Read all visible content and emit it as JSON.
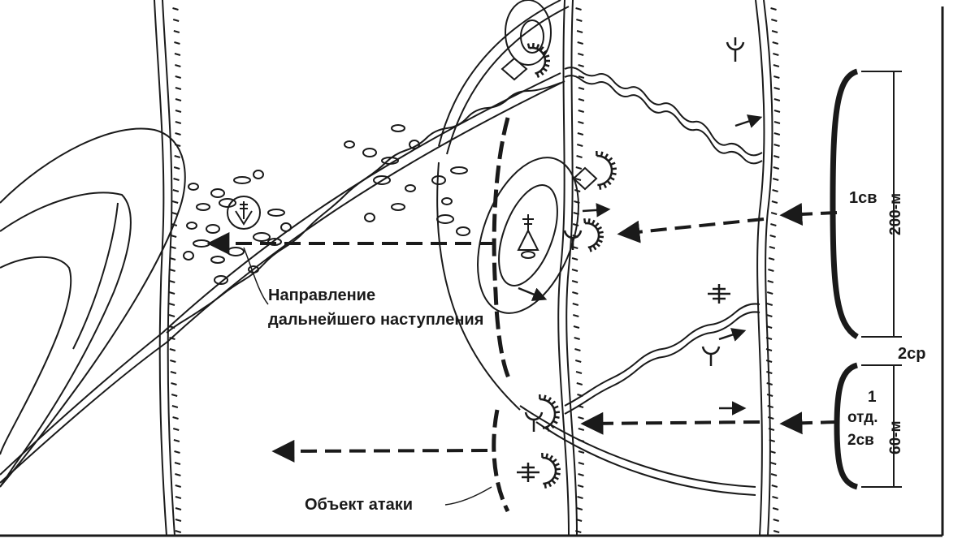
{
  "labels": {
    "direction_line1": "Направление",
    "direction_line2": "дальнейшего наступления",
    "attack_object": "Объект атаки",
    "unit_1sv": "1св",
    "unit_2sr": "2ср",
    "unit_otd_line1": "1",
    "unit_otd_line2": "отд.",
    "unit_otd_line3": "2св",
    "width_200": "200-м",
    "width_60": "60-м"
  },
  "colors": {
    "ink": "#1a1a1a",
    "paper": "#ffffff"
  },
  "icons": [
    "church-icon",
    "bunker-diamond-icon",
    "cannon-icon",
    "machine-gun-icon",
    "observation-post-icon",
    "arrow-icon"
  ]
}
